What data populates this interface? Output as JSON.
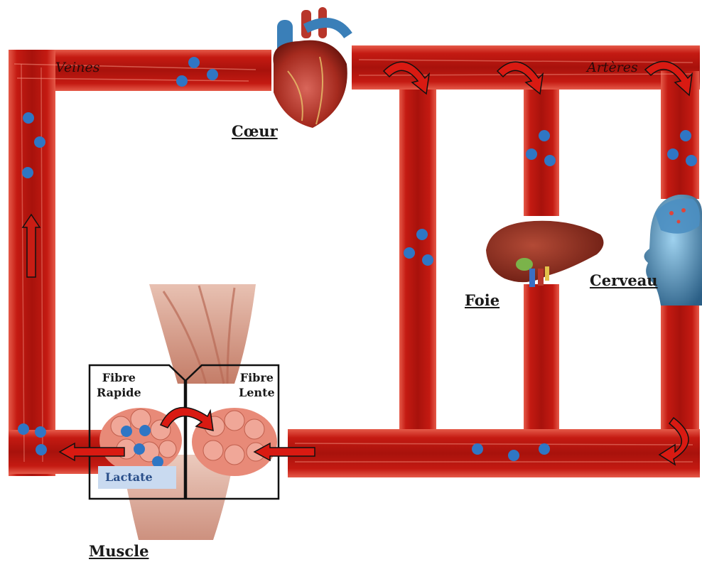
{
  "labels": {
    "coeur": "Cœur",
    "veines": "Veines",
    "arteres": "Artères",
    "foie": "Foie",
    "cerveau": "Cerveau",
    "muscle": "Muscle",
    "fibre_rapide_1": "Fibre",
    "fibre_rapide_2": "Rapide",
    "fibre_lente_1": "Fibre",
    "fibre_lente_2": "Lente",
    "lactate": "Lactate"
  },
  "colors": {
    "vessel": "#c81d14",
    "vessel_dark": "#8e0f0a",
    "vessel_light": "#e8584a",
    "lactate_dot": "#2f76c4",
    "lactate_box": "#c9daf0",
    "arrow_red": "#d91a12"
  },
  "icons": [
    "heart-icon",
    "liver-icon",
    "brain-head-icon",
    "muscle-icon",
    "curved-arrow-icon",
    "up-arrow-icon",
    "left-arrow-icon"
  ]
}
